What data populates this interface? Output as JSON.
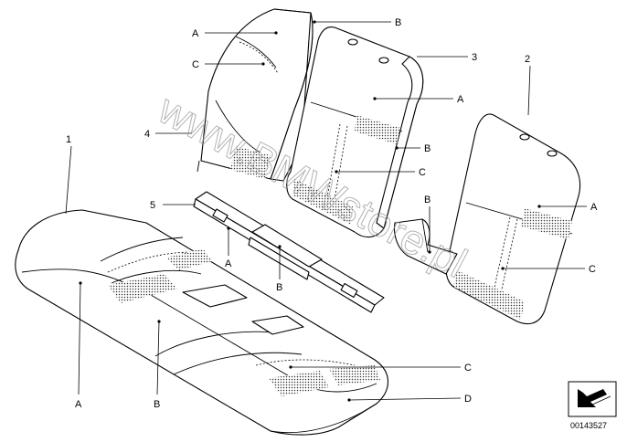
{
  "watermark": "www.BMWstore.pl",
  "doc_number": "00143527",
  "labels": {
    "n1": "1",
    "n2": "2",
    "n3": "3",
    "n4": "4",
    "n5": "5",
    "a": "A",
    "b": "B",
    "c": "C",
    "d": "D"
  }
}
